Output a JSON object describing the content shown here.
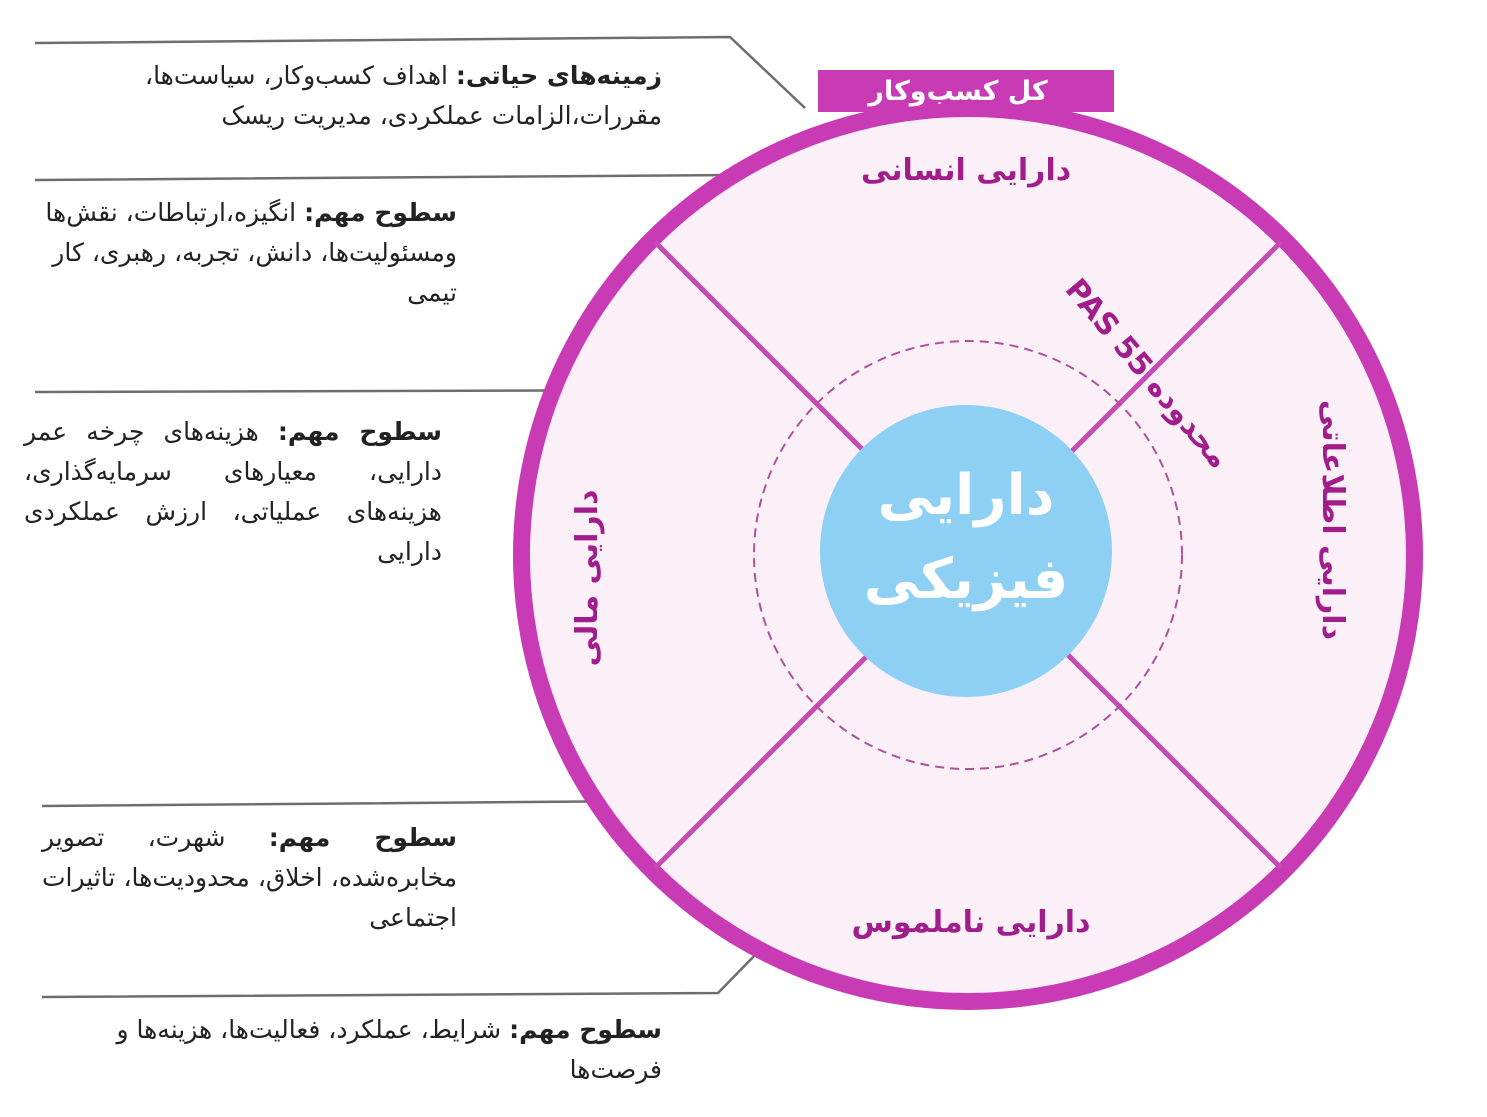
{
  "colors": {
    "outer_ring": "#C93BB5",
    "inner_fill": "#FBEFF8",
    "divider": "#C44AB4",
    "dashed_ring": "#B0509E",
    "core": "#8ED0F3",
    "label_text": "#A21D8C",
    "leader_lines": "#6E6E6E"
  },
  "diagram": {
    "ring_title": "کل کسب‌وکار",
    "center_label": [
      "دارایی",
      "فیزیکی"
    ],
    "scope_label": "محدوده PAS 55",
    "segments": {
      "top": "دارایی انسانی",
      "right": "دارایی اطلاعاتی",
      "bottom": "دارایی ناملموس",
      "left": "دارایی مالی"
    }
  },
  "notes": [
    {
      "heading": "زمینه‌های حیاتی:",
      "body": "اهداف کسب‌وکار، سیاست‌ها، مقررات،الزامات عملکردی، مدیریت ریسک"
    },
    {
      "heading": "سطوح مهم:",
      "body": "انگیزه،ارتباطات، نقش‌ها ومسئولیت‌ها، دانش، تجربه، رهبری، کار تیمی"
    },
    {
      "heading": "سطوح مهم:",
      "body": "هزینه‌های چرخه عمر دارایی، معیارهای سرمایه‌گذاری، هزینه‌های عملیاتی، ارزش عملکردی دارایی"
    },
    {
      "heading": "سطوح مهم:",
      "body": "شهرت، تصویر مخابره‌شده، اخلاق، محدودیت‌ها، تاثیرات اجتماعی"
    },
    {
      "heading": "سطوح مهم:",
      "body": "شرایط، عملکرد، فعالیت‌ها، هزینه‌ها و فرصت‌ها"
    }
  ]
}
